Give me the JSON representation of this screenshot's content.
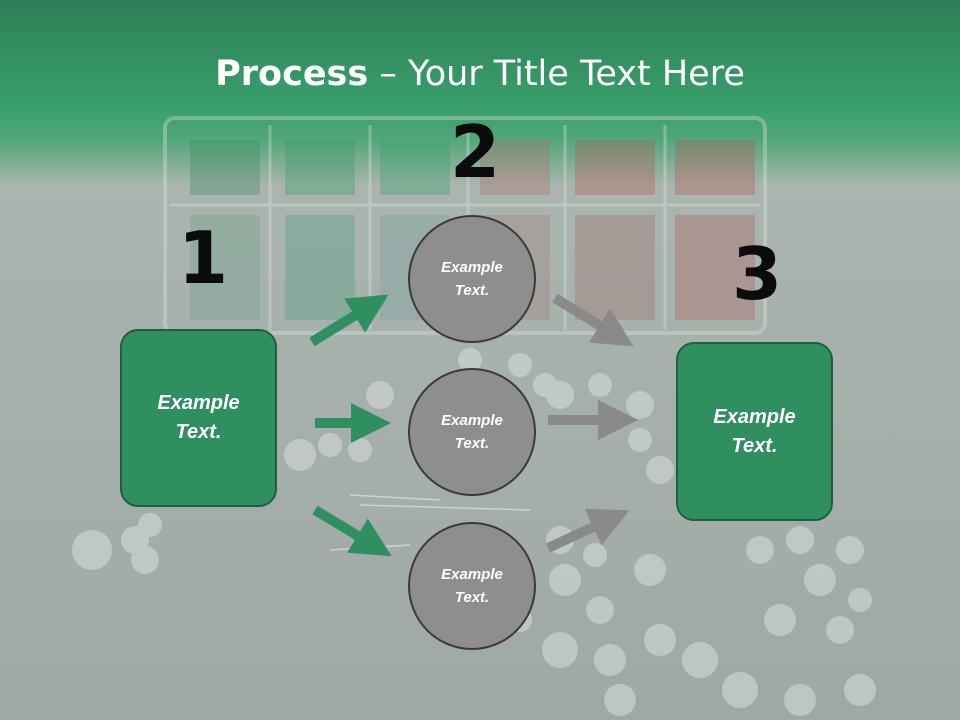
{
  "slide": {
    "title_bold": "Process",
    "title_rest": " – Your Title Text Here"
  },
  "steps": {
    "num1": "1",
    "num2": "2",
    "num3": "3"
  },
  "boxes": {
    "left_text_line1": "Example",
    "left_text_line2": "Text.",
    "right_text_line1": "Example",
    "right_text_line2": "Text."
  },
  "circles": [
    {
      "line1": "Example",
      "line2": "Text."
    },
    {
      "line1": "Example",
      "line2": "Text."
    },
    {
      "line1": "Example",
      "line2": "Text."
    }
  ],
  "colors": {
    "header_green": "#3aa06d",
    "box_green": "#2f8f61",
    "circle_gray": "#8e8e8e",
    "green_arrow": "#2f8f61",
    "gray_arrow": "#8a8a8a"
  },
  "icons": {
    "arrow_green": "arrow-right-icon",
    "arrow_gray": "arrow-right-icon"
  }
}
